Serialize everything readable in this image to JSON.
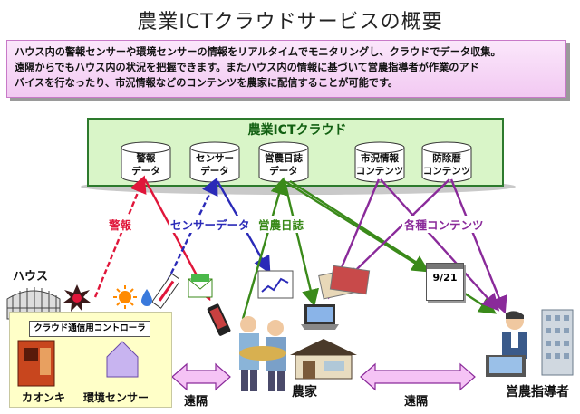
{
  "title": "農業ICTクラウドサービスの概要",
  "description": {
    "line1": "ハウス内の警報センサーや環境センサーの情報をリアルタイムでモニタリングし、クラウドでデータ収集。",
    "line2": "遠隔からでもハウス内の状況を把握できます。またハウス内の情報に基づいて営農指導者が作業のアド",
    "line3": "バイスを行なったり、市況情報などのコンテンツを農家に配信することが可能です。"
  },
  "cloud": {
    "title": "農業ICTクラウド",
    "stores": [
      {
        "line1": "警報",
        "line2": "データ"
      },
      {
        "line1": "センサー",
        "line2": "データ"
      },
      {
        "line1": "営農日誌",
        "line2": "データ"
      },
      {
        "line1": "市況情報",
        "line2": "コンテンツ"
      },
      {
        "line1": "防除暦",
        "line2": "コンテンツ"
      }
    ]
  },
  "flows": {
    "alarm": "警報",
    "sensor": "センサーデータ",
    "diary": "営農日誌",
    "contents": "各種コンテンツ"
  },
  "house": {
    "label": "ハウス",
    "controller": "クラウド通信用コントローラ",
    "heater": "カオンキ",
    "env_sensor": "環境センサー"
  },
  "calendar_text": "9/21",
  "remote_left": "遠隔",
  "remote_right": "遠隔",
  "farmer": "農家",
  "advisor": "営農指導者",
  "colors": {
    "alarm": "#e0163a",
    "sensor": "#2a2ab8",
    "diary": "#3a8a1a",
    "contents": "#8a2a9a"
  }
}
